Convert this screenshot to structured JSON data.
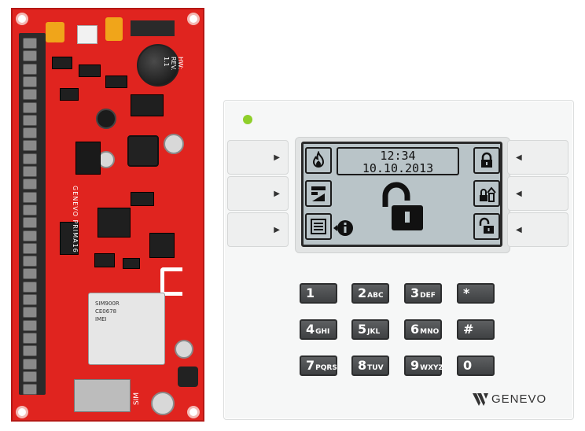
{
  "pcb": {
    "brand_text": "GENEVO",
    "model_text": "PRIMA16",
    "version_text": "HW: REV. 1.1",
    "gsm_lines": [
      "SIM900R",
      "CE0678",
      "IMEI"
    ],
    "sim_label": "SIM"
  },
  "keypad": {
    "screen": {
      "time": "12:34",
      "date": "10.10.2013"
    },
    "icons_left": [
      "fire-icon",
      "alarm-zone-icon",
      "event-log-icon"
    ],
    "icons_right": [
      "lock-closed-icon",
      "home-lock-icon",
      "lock-open-icon"
    ],
    "center_icon": "padlock-open-icon",
    "keys": [
      {
        "num": "1",
        "letters": ""
      },
      {
        "num": "2",
        "letters": "ABC"
      },
      {
        "num": "3",
        "letters": "DEF"
      },
      {
        "num": "*",
        "letters": ""
      },
      {
        "num": "4",
        "letters": "GHI"
      },
      {
        "num": "5",
        "letters": "JKL"
      },
      {
        "num": "6",
        "letters": "MNO"
      },
      {
        "num": "#",
        "letters": ""
      },
      {
        "num": "7",
        "letters": "PQRS"
      },
      {
        "num": "8",
        "letters": "TUV"
      },
      {
        "num": "9",
        "letters": "WXYZ"
      },
      {
        "num": "0",
        "letters": ""
      }
    ],
    "brand": "GENEVO"
  },
  "colors": {
    "pcb_red": "#e0241f",
    "led_green": "#8fcf2a",
    "lcd_bg": "#b9c4c8",
    "key_gray": "#4a4c4e"
  }
}
